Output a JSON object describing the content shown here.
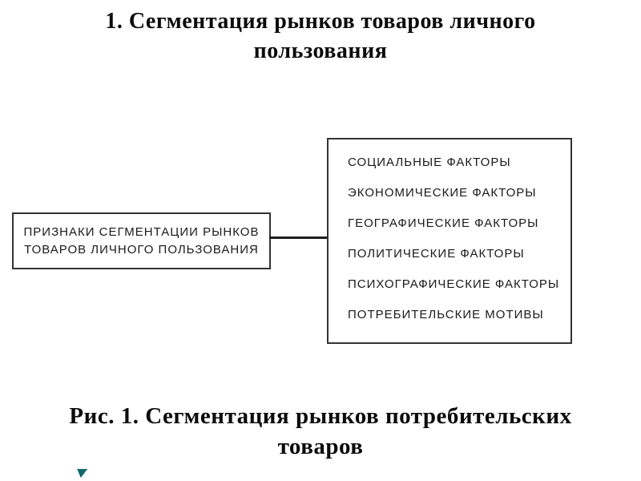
{
  "title": {
    "lines": [
      "1. Сегментация рынков товаров личного",
      "пользования"
    ]
  },
  "diagram": {
    "left_box": {
      "lines": [
        "ПРИЗНАКИ СЕГМЕНТАЦИИ РЫНКОВ",
        "ТОВАРОВ ЛИЧНОГО ПОЛЬЗОВАНИЯ"
      ]
    },
    "right_box": {
      "items": [
        "СОЦИАЛЬНЫЕ ФАКТОРЫ",
        "ЭКОНОМИЧЕСКИЕ ФАКТОРЫ",
        "ГЕОГРАФИЧЕСКИЕ ФАКТОРЫ",
        "ПОЛИТИЧЕСКИЕ ФАКТОРЫ",
        "ПСИХОГРАФИЧЕСКИЕ ФАКТОРЫ",
        "ПОТРЕБИТЕЛЬСКИЕ МОТИВЫ"
      ]
    },
    "colors": {
      "box_border": "#333333",
      "box_text": "#1a1a1a",
      "connector": "#1d1d1d",
      "accent_mark": "#11696b"
    }
  },
  "caption": {
    "lines": [
      "Рис. 1. Сегментация рынков потребительских",
      "товаров"
    ]
  }
}
